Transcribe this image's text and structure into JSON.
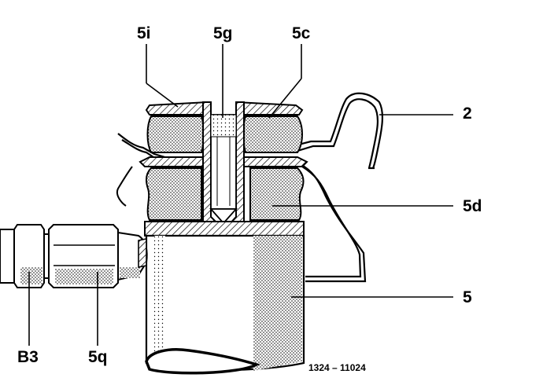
{
  "callouts": {
    "label_5i": "5i",
    "label_5g": "5g",
    "label_5c": "5c",
    "label_2": "2",
    "label_5d": "5d",
    "label_5": "5",
    "label_B3": "B3",
    "label_5q": "5q"
  },
  "figure_number": "1324 – 11024",
  "colors": {
    "line": "#000000",
    "stipple": "#000000",
    "background": "#ffffff"
  }
}
